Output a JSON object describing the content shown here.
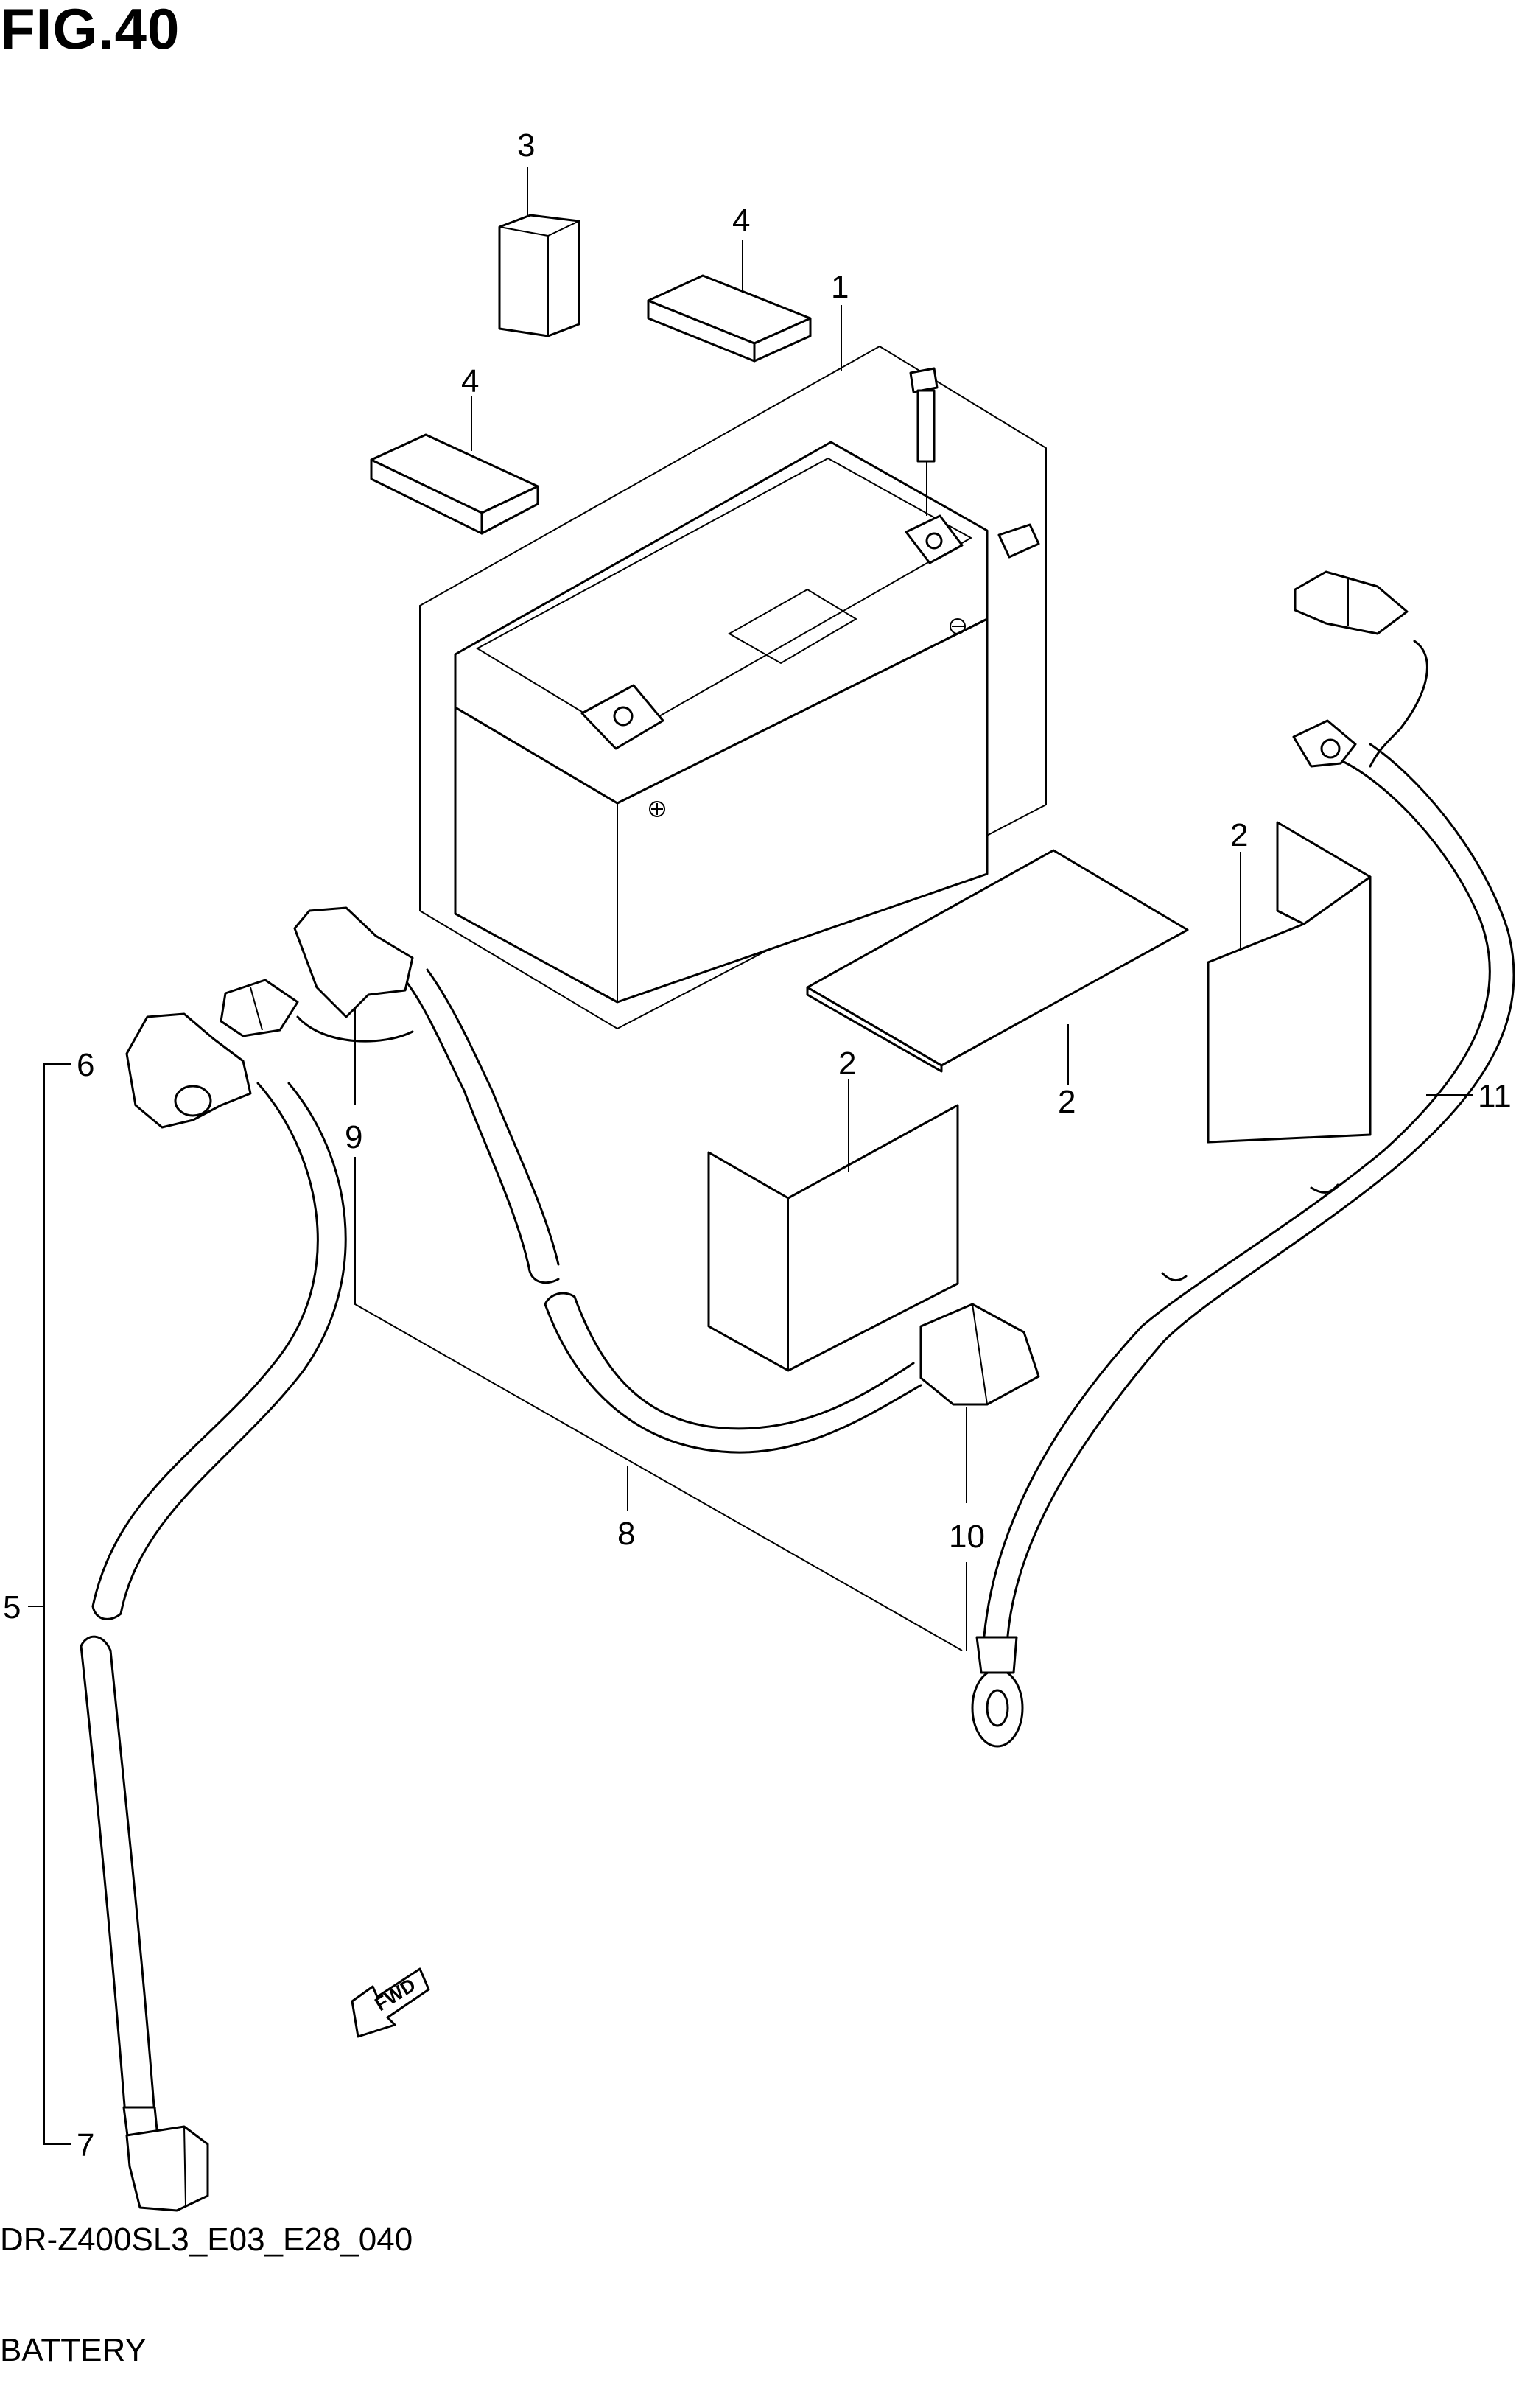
{
  "figure": {
    "title": "FIG.40",
    "code": "DR-Z400SL3_E03_E28_040",
    "name": "BATTERY"
  },
  "fwd_label": "FWD",
  "callouts": [
    "1",
    "2",
    "2",
    "2",
    "3",
    "4",
    "4",
    "5",
    "6",
    "7",
    "8",
    "9",
    "10",
    "11"
  ]
}
